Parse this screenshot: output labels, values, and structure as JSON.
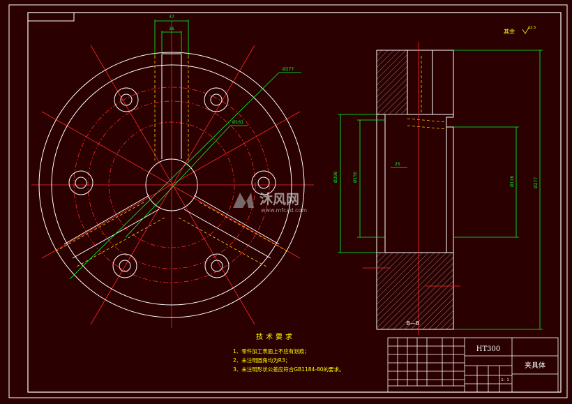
{
  "colors": {
    "background": "#2a0000",
    "frame": "#ffffff",
    "center_line": "#ff2a2a",
    "dimension": "#00ff33",
    "hatch": "#d8d8d8",
    "hidden_line": "#ffd200",
    "note_text": "#ffff00",
    "title_text": "#ffffff"
  },
  "roughness": {
    "label": "其余",
    "value": "12.5"
  },
  "dimensions": {
    "top_width": "37",
    "top_inner": "16",
    "diameter_outer": "Ø277",
    "diameter_middle": "Ø161",
    "section_left_a": "Ø298",
    "section_left_b": "Ø150",
    "section_right_a": "Ø116",
    "section_right_b": "Ø277",
    "section_small": "25"
  },
  "section": {
    "label": "B—B"
  },
  "notes": {
    "title": "技术要求",
    "items": [
      "1、零件加工表面上不应有划痕；",
      "2、未注明圆角均为R3；",
      "3、未注明形状公差应符合GB1184-80的要求。"
    ]
  },
  "title_block": {
    "material": "HT300",
    "part_name": "夹具体",
    "scale": "1：1"
  },
  "watermark": {
    "brand": "沐风网",
    "url": "www.mfcad.com"
  }
}
